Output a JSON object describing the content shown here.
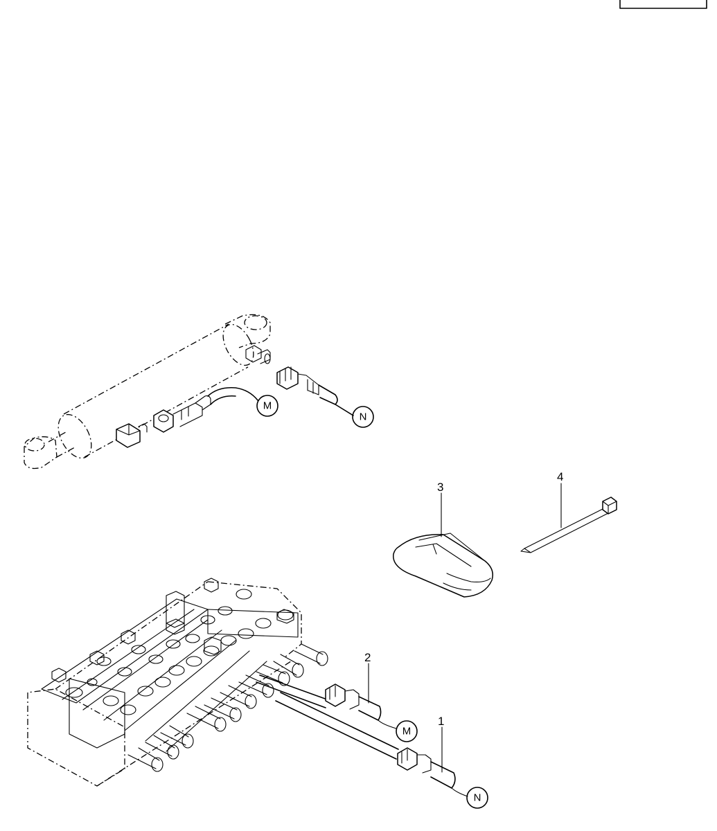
{
  "callouts": [
    {
      "id": "1",
      "label": "1"
    },
    {
      "id": "2",
      "label": "2"
    },
    {
      "id": "3",
      "label": "3"
    },
    {
      "id": "4",
      "label": "4"
    }
  ],
  "connectors": {
    "m": "M",
    "n": "N"
  }
}
